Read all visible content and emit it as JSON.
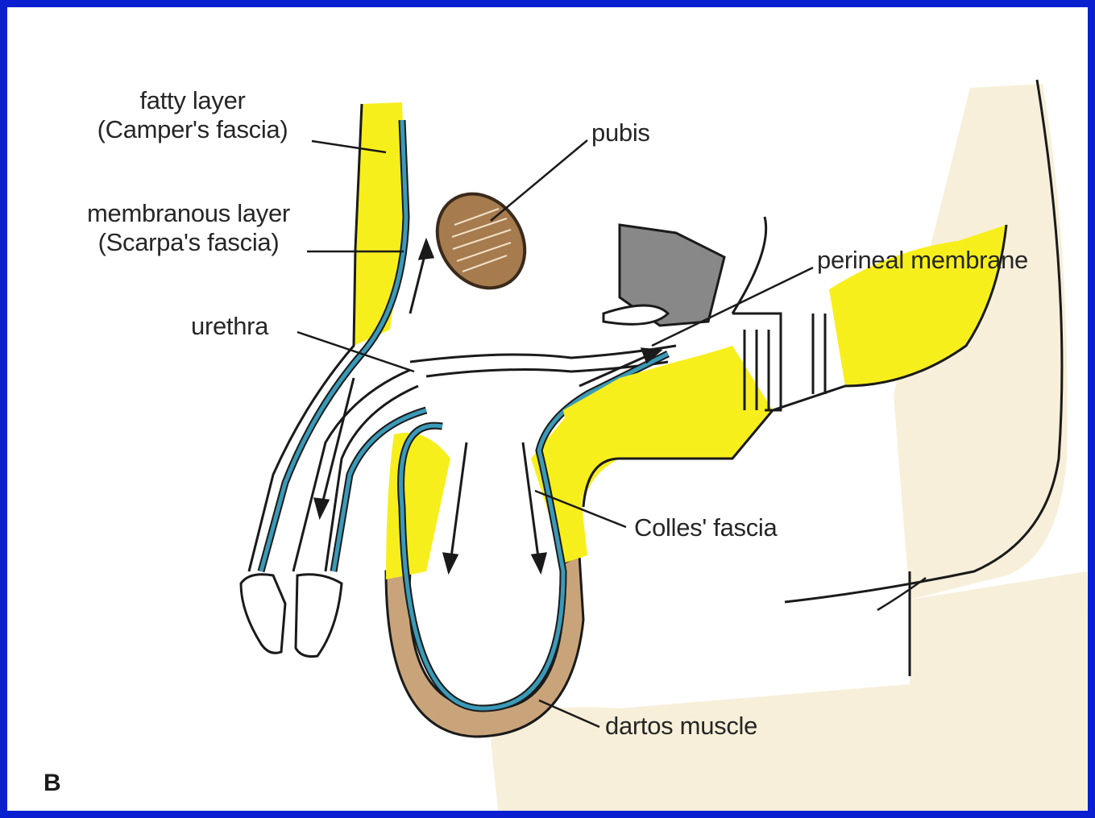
{
  "labels": {
    "fatty_layer_line1": "fatty layer",
    "fatty_layer_line2": "(Camper's fascia)",
    "membranous_layer_line1": "membranous layer",
    "membranous_layer_line2": "(Scarpa's fascia)",
    "urethra": "urethra",
    "pubis": "pubis",
    "perineal_membrane": "perineal membrane",
    "colles_fascia": "Colles' fascia",
    "dartos_muscle": "dartos muscle",
    "panel_letter": "B"
  },
  "colors": {
    "frame_border": "#0a1fd0",
    "fatty_tissue": "#f7ef1c",
    "membranous_fascia": "#3a9ab8",
    "dartos_muscle": "#c9a47a",
    "thigh_skin": "#f7efd9",
    "line": "#1a1a1a"
  }
}
